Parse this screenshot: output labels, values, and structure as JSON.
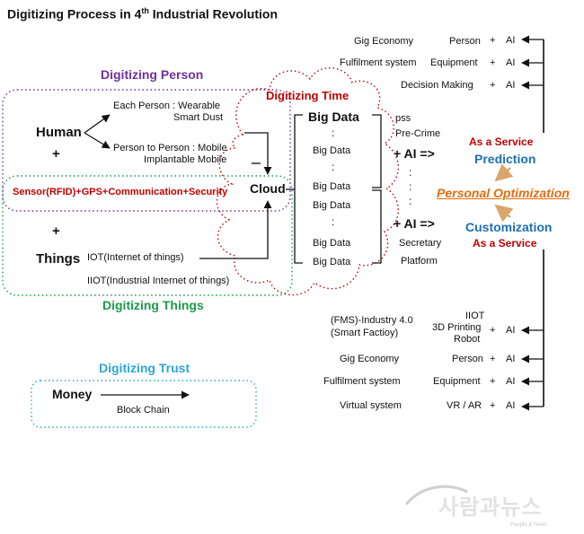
{
  "title": {
    "main": "Digitizing Process in 4",
    "sup": "th",
    "rest": " Industrial Revolution"
  },
  "sections": {
    "person": "Digitizing Person",
    "time": "Digitizing Time",
    "things": "Digitizing Things",
    "trust": "Digitizing Trust"
  },
  "left": {
    "human": "Human",
    "plus1": "+",
    "each_person_1": "Each Person : Wearable",
    "each_person_2": "Smart Dust",
    "p2p_1": "Person to Person : Mobile",
    "p2p_2": "Implantable Mobile",
    "sensor": "Sensor(RFID)+GPS+Communication+Security",
    "plus2": "+",
    "things": "Things",
    "iot": "IOT(Internet of things)",
    "iiot": "IIOT(Industrial Internet of things)",
    "cloud": "Cloud"
  },
  "trust": {
    "money": "Money",
    "block_chain": "Block Chain"
  },
  "bigdata": {
    "header": "Big Data",
    "dot": ":",
    "items": [
      "Big Data",
      "Big Data",
      "Big Data",
      "Big Data",
      "Big Data"
    ]
  },
  "middle": {
    "pss": "pss",
    "precrime": "Pre-Crime",
    "plus_ai_1": "+ AI =>",
    "plus_ai_2": "+ AI =>",
    "secretary": "Secretary",
    "platform": "Platform",
    "vdots": ":"
  },
  "right": {
    "service_top": "As a Service",
    "prediction": "Prediction",
    "personal": "Personal Optimization",
    "customization": "Customization",
    "service_bottom": "As a Service"
  },
  "top_list": [
    {
      "label": "Gig Economy",
      "item": "Person"
    },
    {
      "label": "Fulfilment system",
      "item": "Equipment"
    },
    {
      "label": "Decision Making",
      "item": ""
    }
  ],
  "bottom_list": [
    {
      "label_1": "(FMS)-Industry 4.0",
      "label_2": "(Smart Factioy)",
      "item_1": "IIOT",
      "item_2": "3D Printing",
      "item_3": "Robot"
    },
    {
      "label_1": "Gig Economy",
      "item_1": "Person"
    },
    {
      "label_1": "Fulfilment system",
      "item_1": "Equipment"
    },
    {
      "label_1": "Virtual system",
      "item_1": "VR / AR"
    }
  ],
  "ops": {
    "plus": "+",
    "ai": "AI"
  },
  "watermark": {
    "brand": "사람과뉴스",
    "sub": "People & News"
  },
  "colors": {
    "purple": "#7030a0",
    "red": "#c00000",
    "green": "#1a9a4a",
    "blue": "#1f6fb0",
    "sky": "#2aa7d8",
    "orange": "#e46c0a"
  }
}
